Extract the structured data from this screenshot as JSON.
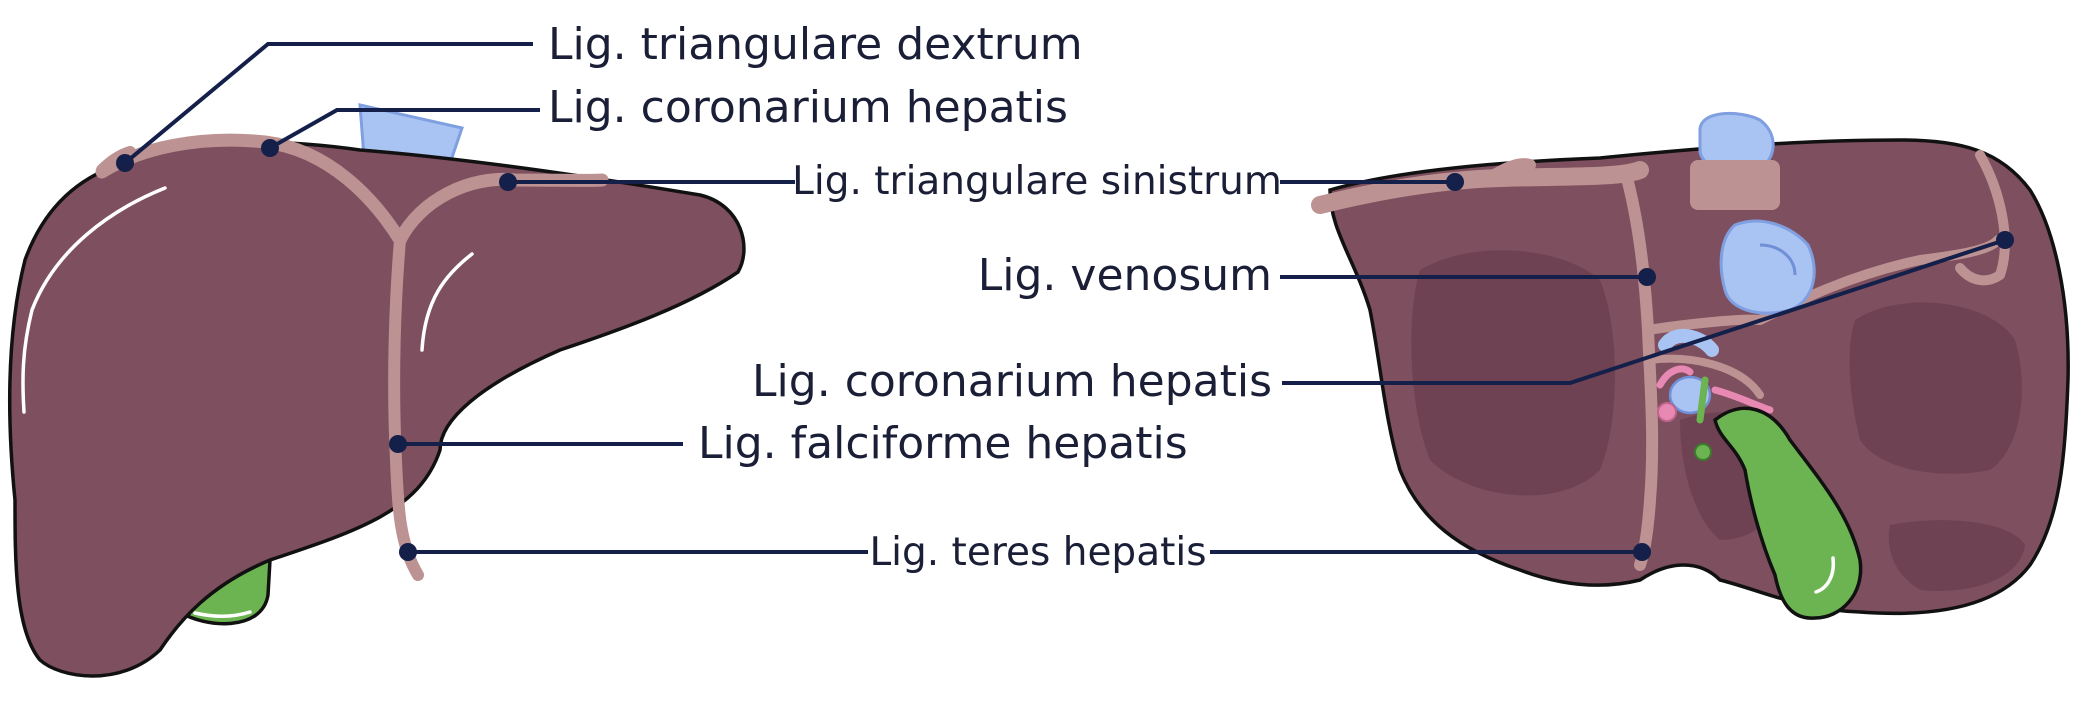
{
  "labels": {
    "lig_triangulare_dextrum": "Lig. triangulare dextrum",
    "lig_coronarium_hepatis_anterior": "Lig. coronarium hepatis",
    "lig_triangulare_sinistrum": "Lig. triangulare sinistrum",
    "lig_venosum": "Lig. venosum",
    "lig_coronarium_hepatis_posterior": "Lig. coronarium hepatis",
    "lig_falciforme_hepatis": "Lig. falciforme hepatis",
    "lig_teres_hepatis": "Lig. teres hepatis"
  },
  "colors": {
    "liver": "#7e4f5e",
    "ligament": "#bd9292",
    "gallbladder": "#6cb451",
    "vena_cava": "#a9c3f2",
    "hepatic_artery": "#e889b4",
    "leader_line": "#14204a"
  }
}
